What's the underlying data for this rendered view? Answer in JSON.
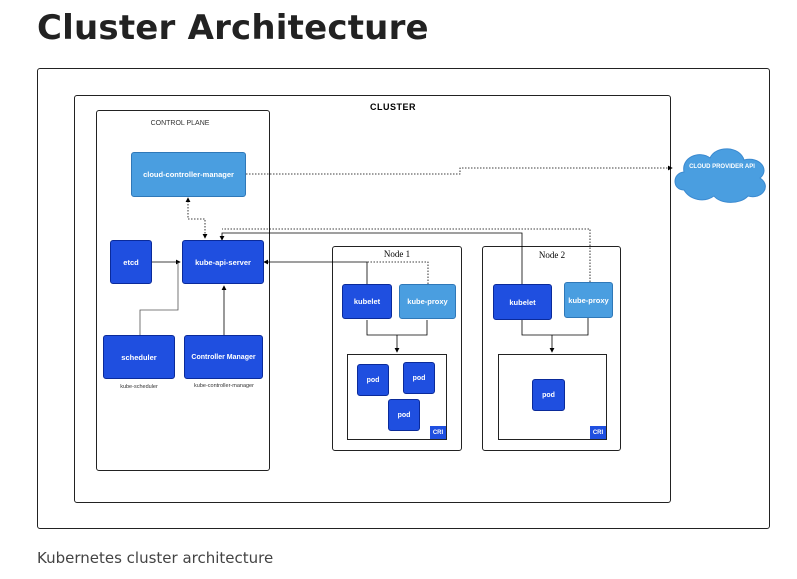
{
  "page": {
    "title": "Cluster Architecture",
    "caption": "Kubernetes cluster architecture"
  },
  "diagram": {
    "cluster_label": "CLUSTER",
    "control_plane_label": "CONTROL PLANE",
    "cloud_provider_label": "CLOUD PROVIDER API",
    "control_plane": {
      "cloud_controller_manager": "cloud-controller-manager",
      "etcd": "etcd",
      "kube_api_server": "kube-api-server",
      "scheduler": "scheduler",
      "scheduler_caption": "kube-scheduler",
      "controller_manager": "Controller Manager",
      "controller_manager_caption": "kube-controller-manager"
    },
    "nodes": [
      {
        "label": "Node 1",
        "kubelet": "kubelet",
        "kube_proxy": "kube-proxy",
        "pods": [
          "pod",
          "pod",
          "pod"
        ],
        "cri": "CRI"
      },
      {
        "label": "Node 2",
        "kubelet": "kubelet",
        "kube_proxy": "kube-proxy",
        "pods": [
          "pod"
        ],
        "cri": "CRI"
      }
    ],
    "colors": {
      "component_dark": "#1f4fe0",
      "component_light": "#4a9ee0",
      "cloud": "#4a9ee0"
    }
  }
}
